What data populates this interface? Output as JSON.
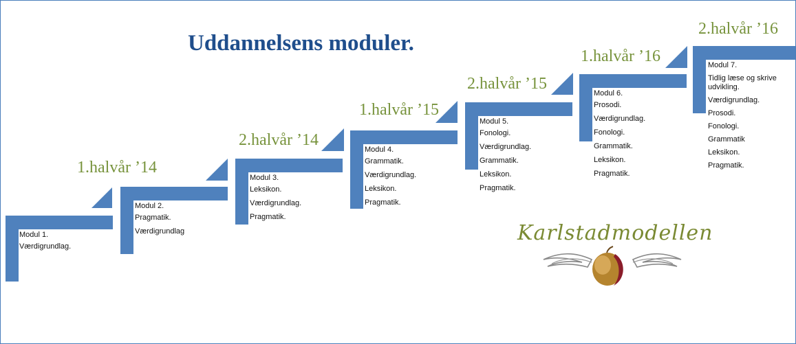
{
  "title": "Uddannelsens moduler.",
  "logo": {
    "text": "Karlstadmodellen",
    "icon": "winged-apple-icon"
  },
  "accent_color": "#4f81bd",
  "title_color": "#1f4e8c",
  "period_color": "#77933c",
  "steps": [
    {
      "period": "",
      "items": [
        "Modul 1.",
        "Værdigrundlag."
      ]
    },
    {
      "period": "1.halvår ’14",
      "items": [
        "Modul 2.",
        "Pragmatik.",
        "Værdigrundlag"
      ]
    },
    {
      "period": "2.halvår ’14",
      "items": [
        "Modul 3.",
        "Leksikon.",
        "Værdigrundlag.",
        "Pragmatik."
      ]
    },
    {
      "period": "1.halvår ’15",
      "items": [
        "Modul 4.",
        "Grammatik.",
        "Værdigrundlag.",
        "Leksikon.",
        "Pragmatik."
      ]
    },
    {
      "period": "2.halvår ’15",
      "items": [
        "Modul 5.",
        "Fonologi.",
        "Værdigrundlag.",
        "Grammatik.",
        "Leksikon.",
        "Pragmatik."
      ]
    },
    {
      "period": "1.halvår ’16",
      "items": [
        "Modul 6.",
        "Prosodi.",
        "Værdigrundlag.",
        "Fonologi.",
        "Grammatik.",
        "Leksikon.",
        "Pragmatik."
      ]
    },
    {
      "period": "2.halvår ’16",
      "items": [
        "Modul 7.",
        "Tidlig læse og skrive udvikling.",
        "Værdigrundlag.",
        "Prosodi.",
        "Fonologi.",
        "Grammatik",
        "Leksikon.",
        "Pragmatik."
      ]
    }
  ]
}
